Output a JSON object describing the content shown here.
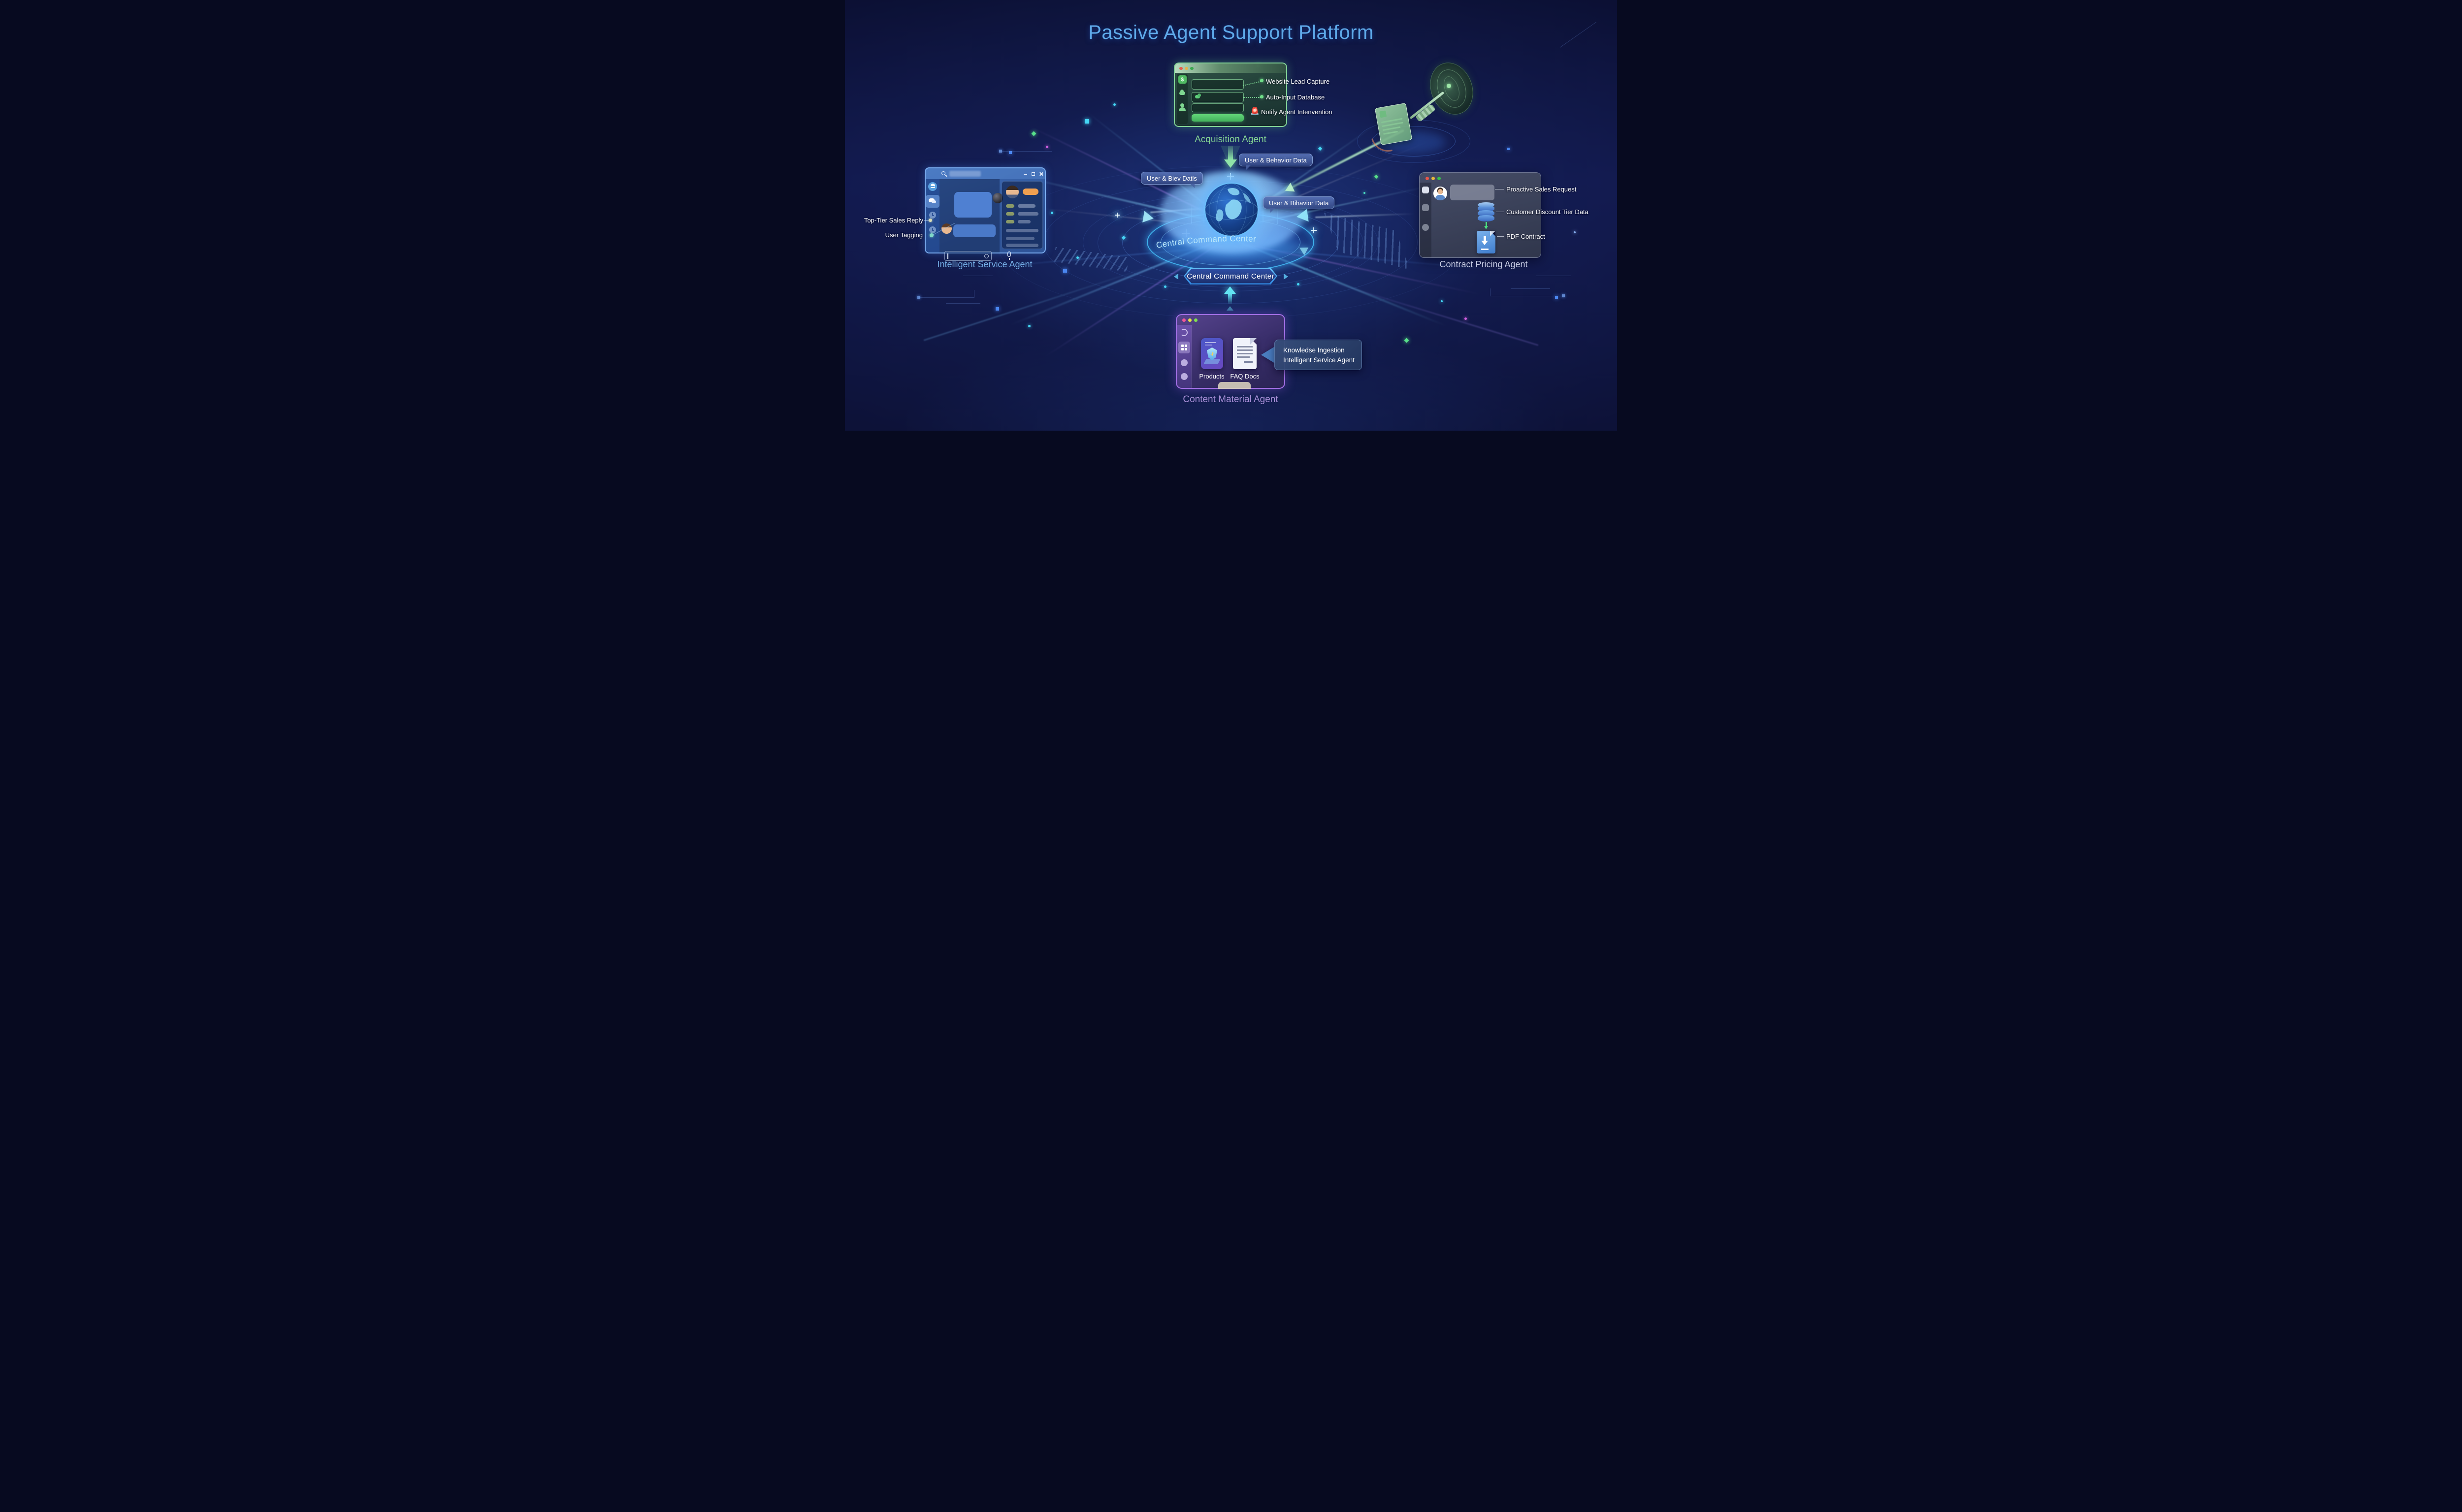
{
  "title": "Passive Agent Support Platform",
  "central": {
    "disc_text": "Central Command Center",
    "badge": "Central Command Center"
  },
  "badges": {
    "left": "User & Biev Datls",
    "top": "User & Behavior Data",
    "right": "User & Bihavior Data"
  },
  "acquisition": {
    "caption": "Acquisition Agent",
    "sidebar_icon": "$",
    "alert_icon": "🚨",
    "labels": [
      "Website Lead Capture",
      "Auto-Input Database",
      "Notify Agent Intenvention"
    ]
  },
  "service": {
    "caption": "Intelligent Service Agent",
    "labels": [
      "Top-Tier Sales Reply",
      "User Tagging"
    ]
  },
  "pricing": {
    "caption": "Contract Pricing Agent",
    "labels": [
      "Proactive Sales Request",
      "Customer Discount Tier Data",
      "PDF Contract"
    ]
  },
  "content": {
    "caption": "Content Material Agent",
    "items": [
      "Products",
      "FAQ Docs"
    ],
    "callout": [
      "Knowledse Ingestion",
      "Intelligent Service Agent"
    ]
  },
  "colors": {
    "title": "#5ea9e9",
    "acquisition_accent": "#85d693",
    "service_accent": "#74aee6",
    "pricing_accent": "#c6cbe2",
    "content_accent": "#a98fd8"
  }
}
